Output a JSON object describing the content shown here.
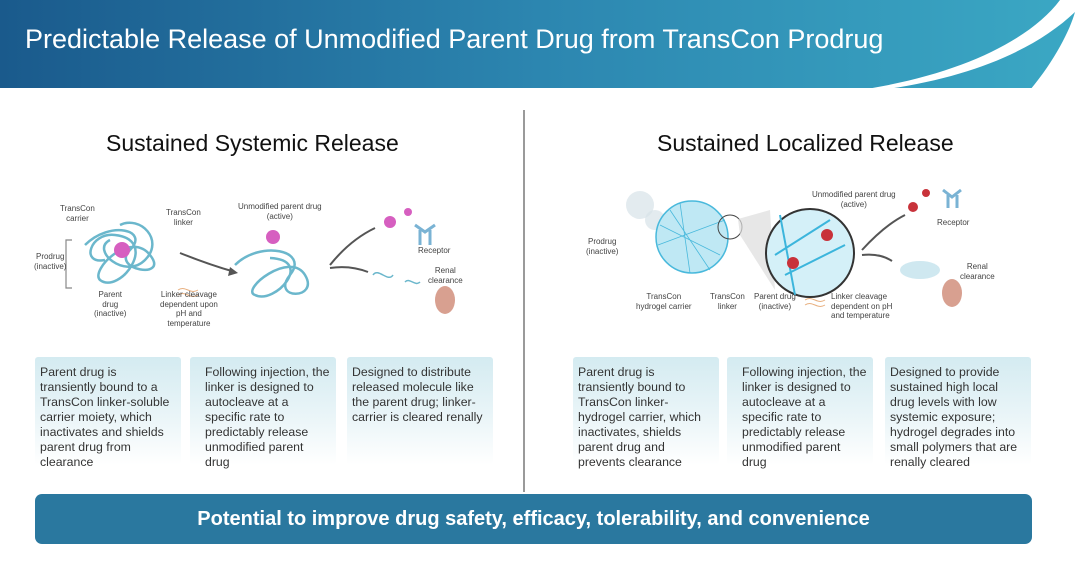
{
  "header": {
    "title": "Predictable Release of Unmodified Parent Drug from TransCon Prodrug"
  },
  "left": {
    "title": "Sustained Systemic Release",
    "labels": {
      "carrier": "TransCon\ncarrier",
      "linker": "TransCon\nlinker",
      "prodrug": "Prodrug\n(inactive)",
      "parent": "Parent\ndrug\n(inactive)",
      "cleavage": "Linker cleavage\ndependent upon\npH and\ntemperature",
      "unmodified": "Unmodified parent drug\n(active)",
      "receptor": "Receptor",
      "renal": "Renal\nclearance"
    },
    "boxes": [
      "Parent drug is transiently bound to a TransCon linker-soluble carrier moiety, which inactivates and shields parent drug from clearance",
      "Following injection, the linker is designed to autocleave at a specific rate to predictably release unmodified parent drug",
      "Designed to distribute released molecule like the parent drug; linker-carrier is cleared renally"
    ]
  },
  "right": {
    "title": "Sustained Localized Release",
    "labels": {
      "prodrug": "Prodrug\n(inactive)",
      "hydrogel": "TransCon\nhydrogel carrier",
      "linker": "TransCon\nlinker",
      "parent": "Parent drug\n(inactive)",
      "unmodified": "Unmodified parent drug\n(active)",
      "cleavage": "Linker cleavage\ndependent on pH\nand temperature",
      "receptor": "Receptor",
      "renal": "Renal\nclearance"
    },
    "boxes": [
      "Parent drug is transiently bound to TransCon linker-hydrogel carrier, which inactivates, shields parent drug and prevents clearance",
      "Following injection, the linker is designed to autocleave at a specific rate to predictably release unmodified parent drug",
      "Designed to provide sustained high local drug levels with low systemic exposure; hydrogel degrades into small polymers that are renally cleared"
    ]
  },
  "footer": {
    "text": "Potential to improve drug safety, efficacy, tolerability, and convenience"
  }
}
